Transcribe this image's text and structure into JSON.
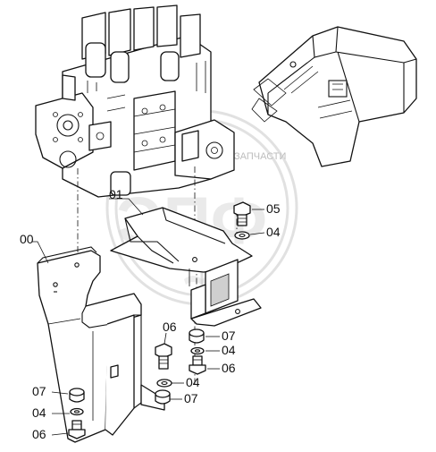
{
  "watermark": {
    "text": "ЗАПЧАСТИ",
    "logo": "ЭПФ"
  },
  "callouts": [
    {
      "id": "c-00",
      "text": "00"
    },
    {
      "id": "c-01",
      "text": "01"
    },
    {
      "id": "c-05",
      "text": "05"
    },
    {
      "id": "c-04a",
      "text": "04"
    },
    {
      "id": "c-07a",
      "text": "07"
    },
    {
      "id": "c-06a",
      "text": "06"
    },
    {
      "id": "c-04b",
      "text": "04"
    },
    {
      "id": "c-06b",
      "text": "06"
    },
    {
      "id": "c-04c",
      "text": "04"
    },
    {
      "id": "c-07b",
      "text": "07"
    },
    {
      "id": "c-07c",
      "text": "07"
    },
    {
      "id": "c-04d",
      "text": "04"
    },
    {
      "id": "c-06c",
      "text": "06"
    }
  ]
}
